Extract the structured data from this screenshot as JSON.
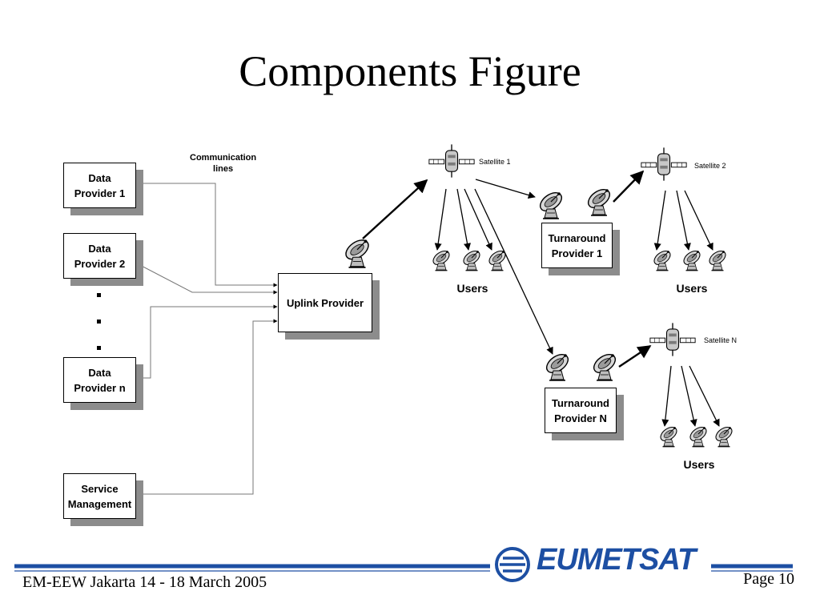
{
  "title": "Components Figure",
  "diagram": {
    "communication_lines": "Communication\nlines",
    "data_provider_1": "Data\nProvider 1",
    "data_provider_2": "Data\nProvider 2",
    "data_provider_n": "Data\nProvider n",
    "service_management": "Service\nManagement",
    "uplink_provider": "Uplink Provider",
    "turnaround_provider_1": "Turnaround\nProvider 1",
    "turnaround_provider_n": "Turnaround\nProvider N",
    "satellite_1": "Satellite 1",
    "satellite_2": "Satellite 2",
    "satellite_n": "Satellite N",
    "users_1": "Users",
    "users_2": "Users",
    "users_3": "Users"
  },
  "footer": {
    "event": "EM-EEW Jakarta 14 - 18 March 2005",
    "page": "Page 10",
    "logo": "EUMETSAT"
  },
  "colors": {
    "accent": "#1d4fa3",
    "shadow": "#8c8c8c"
  }
}
